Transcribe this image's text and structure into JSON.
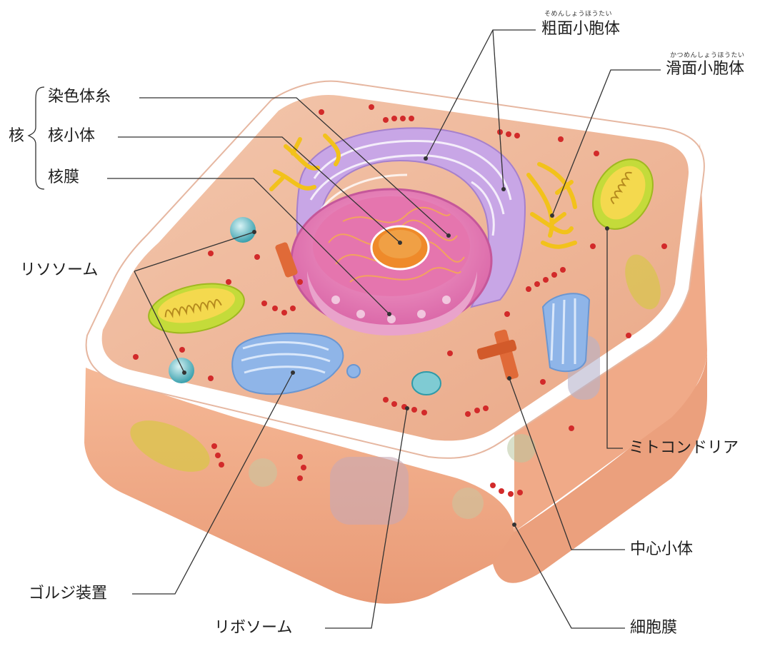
{
  "labels": {
    "nucleus_group": "核",
    "chromatin": "染色体糸",
    "nucleolus": "核小体",
    "nuclear_membrane": "核膜",
    "lysosome": "リソソーム",
    "rough_er": "粗面小胞体",
    "rough_er_ruby": "そめんしょうほうたい",
    "smooth_er": "滑面小胞体",
    "smooth_er_ruby": "かつめんしょうほうたい",
    "mitochondria": "ミトコンドリア",
    "centriole": "中心小体",
    "golgi": "ゴルジ装置",
    "ribosome": "リボソーム",
    "cell_membrane": "細胞膜"
  },
  "colors": {
    "cell_side": "#f1b08f",
    "cell_top": "#efb79b",
    "rim": "#ffffff",
    "nucleus": "#e889bf",
    "er_rough": "#c8a6e6",
    "er_smooth": "#f2c21b",
    "golgi": "#8fb5e8",
    "mitochondria": "#c4db3a",
    "lysosome": "#55b9c4",
    "ribosome": "#d22a2a",
    "centriole": "#e06a38",
    "leader_line": "#333333"
  }
}
